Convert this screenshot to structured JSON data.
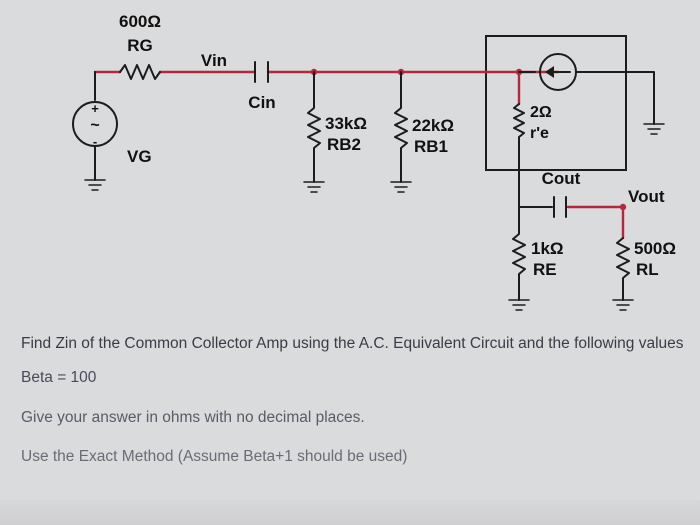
{
  "circuit": {
    "rg": {
      "value": "600Ω",
      "name": "RG"
    },
    "source": {
      "name": "VG",
      "plus": "+",
      "minus": "-",
      "symbol": "~"
    },
    "vin_label": "Vin",
    "cin_label": "Cin",
    "rb2": {
      "value": "33kΩ",
      "name": "RB2"
    },
    "rb1": {
      "value": "22kΩ",
      "name": "RB1"
    },
    "re_internal": {
      "value": "2Ω",
      "name": "r'e"
    },
    "cout_label": "Cout",
    "vout_label": "Vout",
    "re": {
      "value": "1kΩ",
      "name": "RE"
    },
    "rl": {
      "value": "500Ω",
      "name": "RL"
    }
  },
  "question": {
    "text": "Find Zin of the Common Collector Amp using the A.C. Equivalent Circuit and the following values",
    "beta": "Beta = 100",
    "units": "Give your answer in ohms with no decimal places.",
    "method": "Use the Exact Method  (Assume Beta+1 should be used)"
  },
  "colors": {
    "wire_highlight": "#b3283a",
    "wire": "#1c1c1c",
    "text": "#3a3b46"
  }
}
